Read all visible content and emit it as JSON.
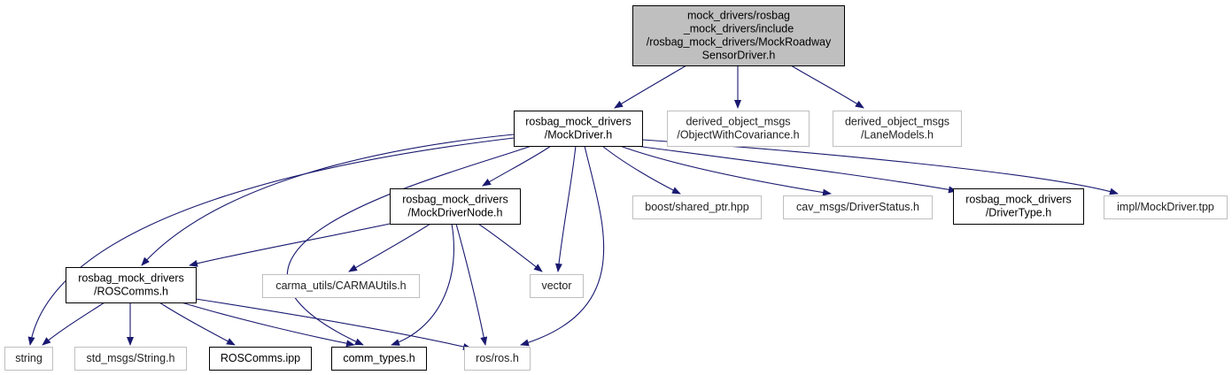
{
  "colors": {
    "root_fill": "#bfbfbf",
    "root_border": "#000000",
    "documented_border": "#000000",
    "external_border": "#bfbfbf",
    "edge": "#191970",
    "background": "#ffffff"
  },
  "graph": {
    "nodes": [
      {
        "id": "root",
        "kind": "root",
        "lines": [
          "mock_drivers/rosbag",
          "_mock_drivers/include",
          "/rosbag_mock_drivers/MockRoadway",
          "SensorDriver.h"
        ]
      },
      {
        "id": "mockdriver",
        "kind": "documented",
        "lines": [
          "rosbag_mock_drivers",
          "/MockDriver.h"
        ]
      },
      {
        "id": "objcov",
        "kind": "external",
        "lines": [
          "derived_object_msgs",
          "/ObjectWithCovariance.h"
        ]
      },
      {
        "id": "lanemodels",
        "kind": "external",
        "lines": [
          "derived_object_msgs",
          "/LaneModels.h"
        ]
      },
      {
        "id": "mockdrivernode",
        "kind": "documented",
        "lines": [
          "rosbag_mock_drivers",
          "/MockDriverNode.h"
        ]
      },
      {
        "id": "sharedptr",
        "kind": "external",
        "lines": [
          "boost/shared_ptr.hpp"
        ]
      },
      {
        "id": "driverstatus",
        "kind": "external",
        "lines": [
          "cav_msgs/DriverStatus.h"
        ]
      },
      {
        "id": "drivertype",
        "kind": "documented",
        "lines": [
          "rosbag_mock_drivers",
          "/DriverType.h"
        ]
      },
      {
        "id": "impl",
        "kind": "external",
        "lines": [
          "impl/MockDriver.tpp"
        ]
      },
      {
        "id": "roscomms",
        "kind": "documented",
        "lines": [
          "rosbag_mock_drivers",
          "/ROSComms.h"
        ]
      },
      {
        "id": "carmautils",
        "kind": "external",
        "lines": [
          "carma_utils/CARMAUtils.h"
        ]
      },
      {
        "id": "vector",
        "kind": "external",
        "lines": [
          "vector"
        ]
      },
      {
        "id": "string",
        "kind": "external",
        "lines": [
          "string"
        ]
      },
      {
        "id": "stdstring",
        "kind": "external",
        "lines": [
          "std_msgs/String.h"
        ]
      },
      {
        "id": "roscommsipp",
        "kind": "documented",
        "lines": [
          "ROSComms.ipp"
        ]
      },
      {
        "id": "commtypes",
        "kind": "documented",
        "lines": [
          "comm_types.h"
        ]
      },
      {
        "id": "rosros",
        "kind": "external",
        "lines": [
          "ros/ros.h"
        ]
      }
    ],
    "edges": [
      {
        "from": "root",
        "to": "mockdriver"
      },
      {
        "from": "root",
        "to": "objcov"
      },
      {
        "from": "root",
        "to": "lanemodels"
      },
      {
        "from": "mockdriver",
        "to": "string"
      },
      {
        "from": "mockdriver",
        "to": "roscomms"
      },
      {
        "from": "mockdriver",
        "to": "commtypes"
      },
      {
        "from": "mockdriver",
        "to": "mockdrivernode"
      },
      {
        "from": "mockdriver",
        "to": "vector"
      },
      {
        "from": "mockdriver",
        "to": "rosros"
      },
      {
        "from": "mockdriver",
        "to": "sharedptr"
      },
      {
        "from": "mockdriver",
        "to": "driverstatus"
      },
      {
        "from": "mockdriver",
        "to": "drivertype"
      },
      {
        "from": "mockdriver",
        "to": "impl"
      },
      {
        "from": "mockdrivernode",
        "to": "roscomms"
      },
      {
        "from": "mockdrivernode",
        "to": "carmautils"
      },
      {
        "from": "mockdrivernode",
        "to": "vector"
      },
      {
        "from": "mockdrivernode",
        "to": "commtypes"
      },
      {
        "from": "mockdrivernode",
        "to": "rosros"
      },
      {
        "from": "roscomms",
        "to": "string"
      },
      {
        "from": "roscomms",
        "to": "stdstring"
      },
      {
        "from": "roscomms",
        "to": "roscommsipp"
      },
      {
        "from": "roscomms",
        "to": "commtypes"
      },
      {
        "from": "roscomms",
        "to": "rosros"
      }
    ]
  }
}
